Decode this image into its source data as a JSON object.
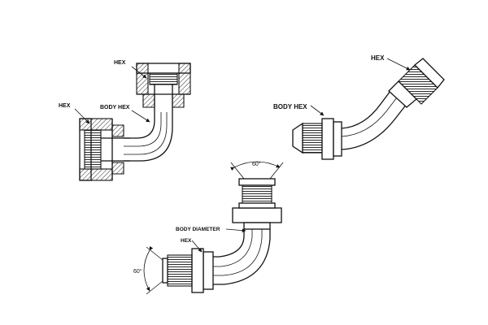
{
  "labels": {
    "f1_hex_top": "HEX",
    "f1_hex_left": "HEX",
    "f1_body_hex": "BODY HEX",
    "f2_hex": "HEX",
    "f2_body_hex": "BODY HEX",
    "f3_body_diameter": "BODY DIAMETER",
    "f3_hex": "HEX"
  },
  "angles": {
    "f3_top": "60°",
    "f3_left": "60°"
  }
}
